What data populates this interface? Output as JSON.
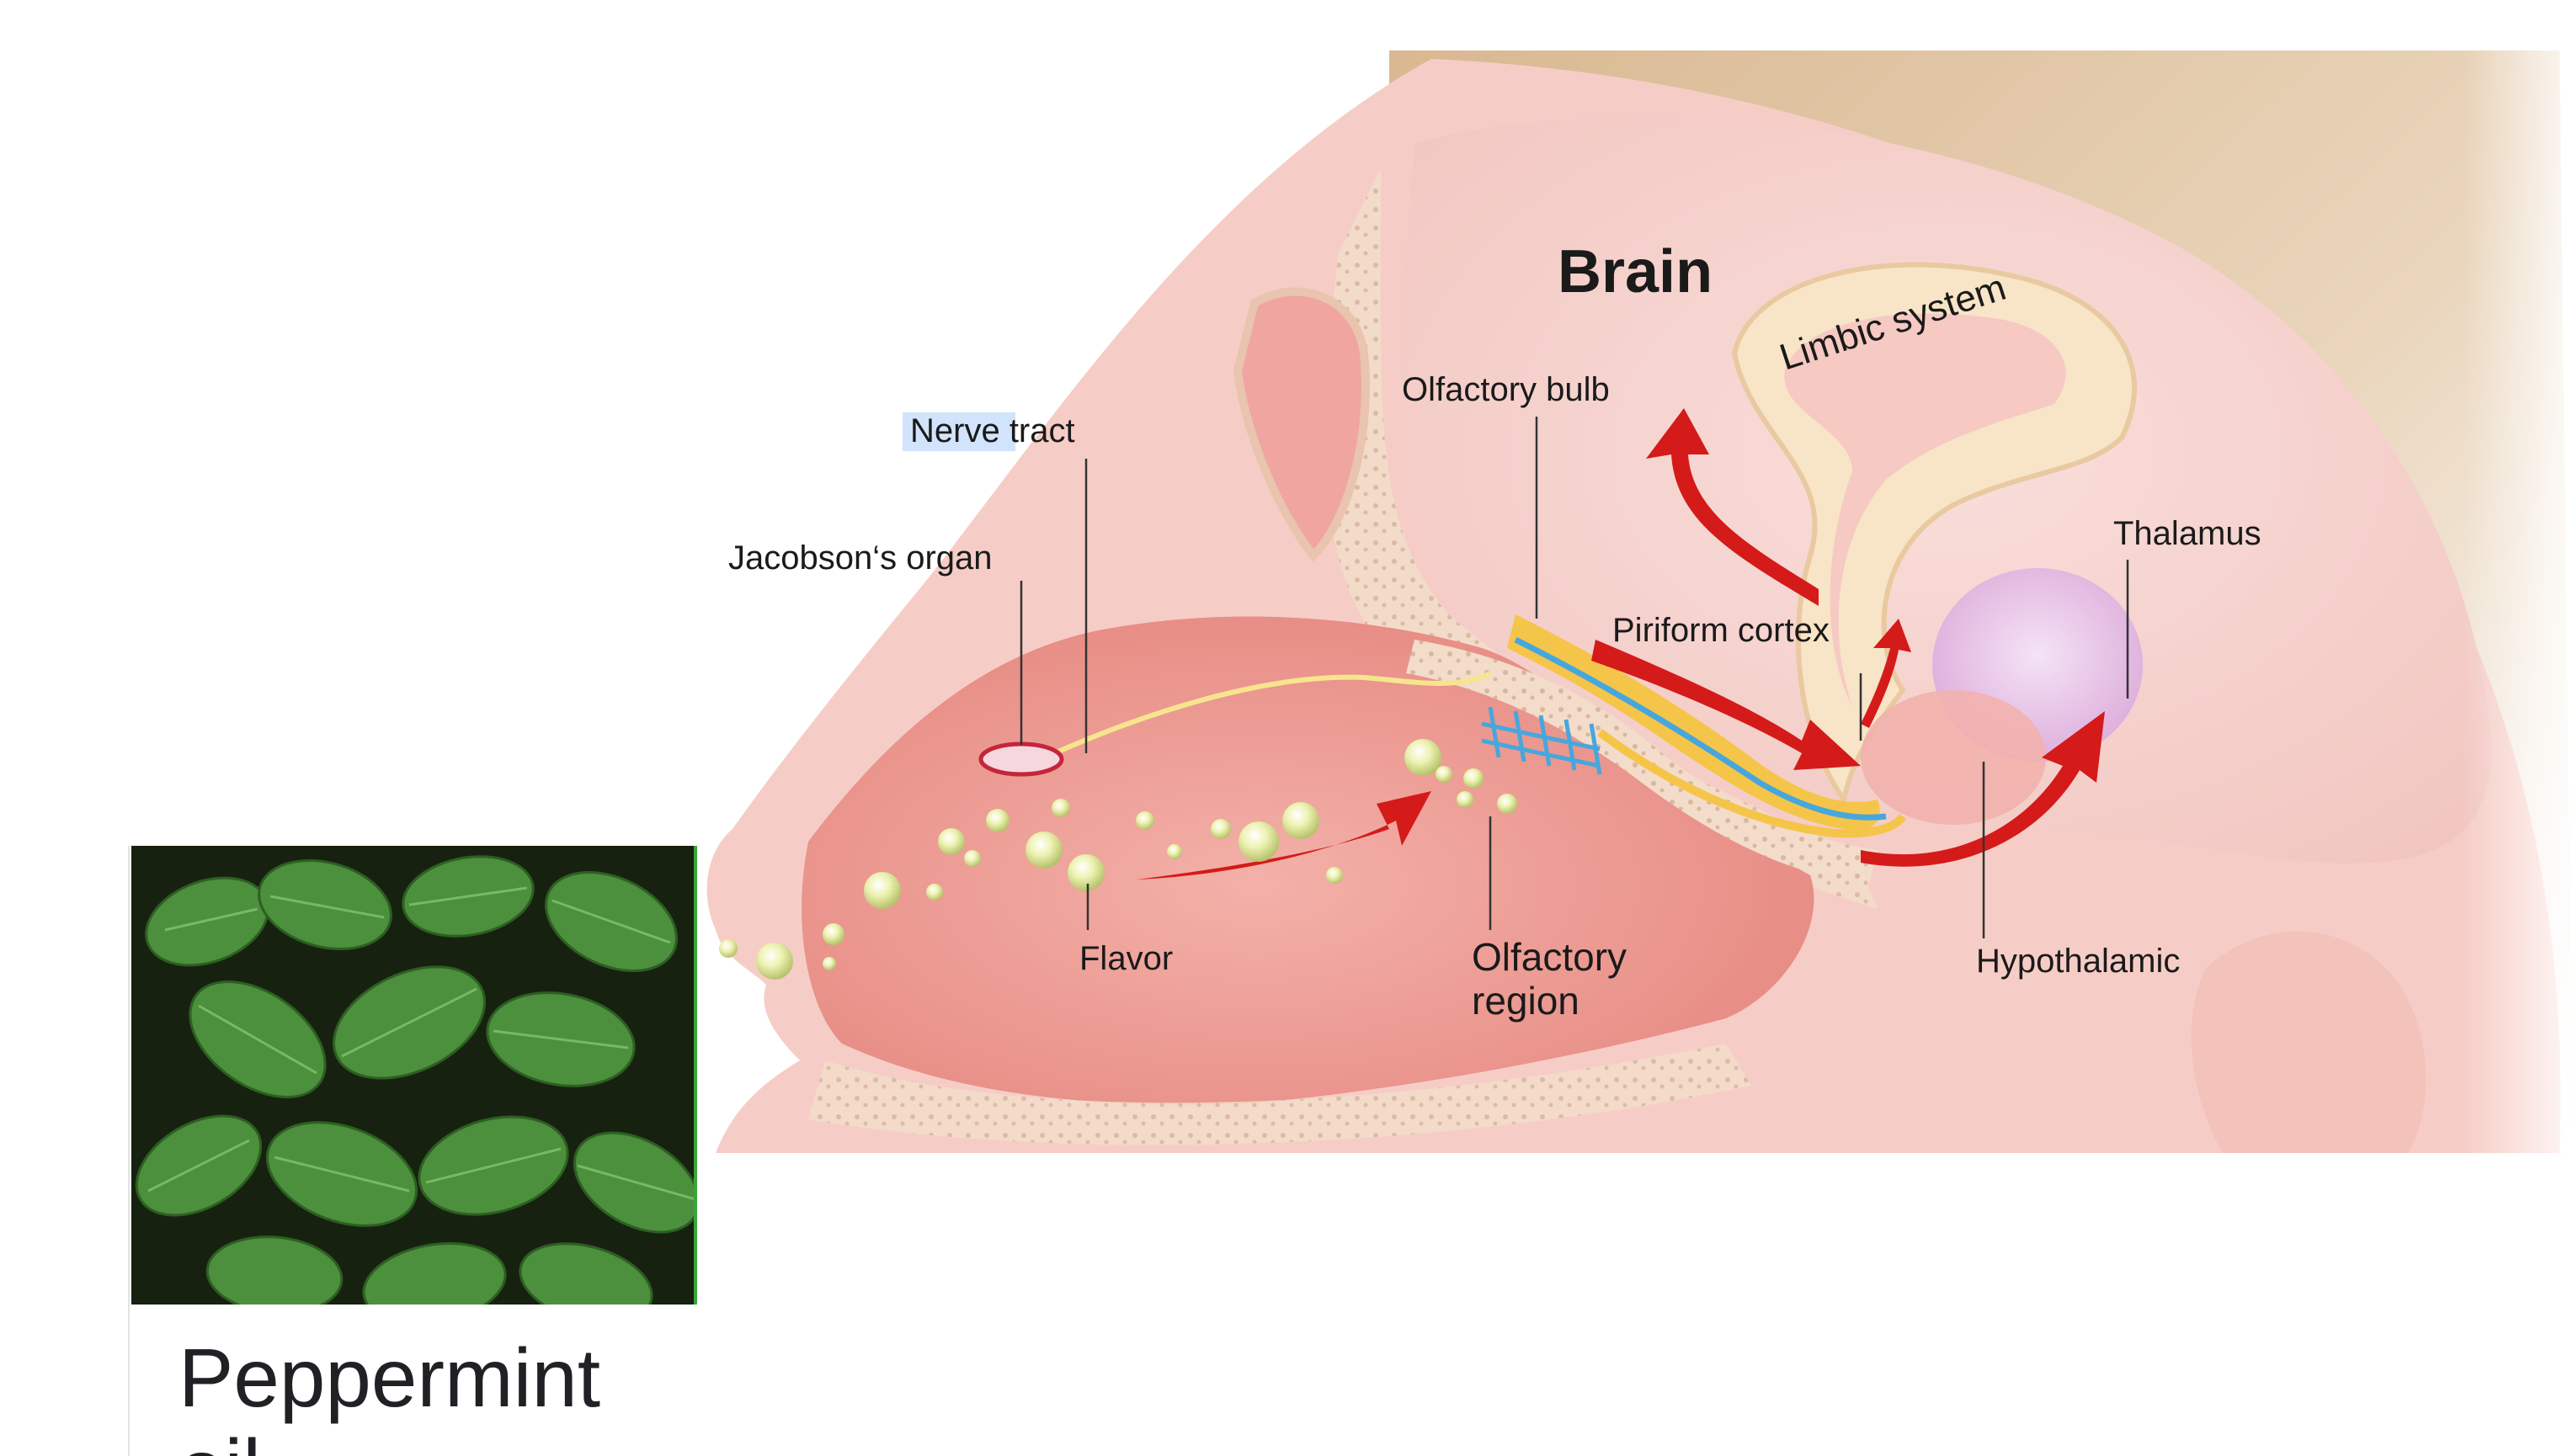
{
  "diagram": {
    "labels": {
      "brain": "Brain",
      "limbic_system": "Limbic system",
      "olfactory_bulb": "Olfactory bulb",
      "nerve_tract_highlight": "Nerve",
      "nerve_tract_rest": " tract",
      "jacobsons_organ": "Jacobson‘s organ",
      "thalamus": "Thalamus",
      "piriform_cortex": "Piriform cortex",
      "flavor": "Flavor",
      "olfactory_region_line1": "Olfactory",
      "olfactory_region_line2": "region",
      "hypothalamic": "Hypothalamic"
    },
    "colors": {
      "skin": "#f6cdc6",
      "nasal_cavity": "#ec9c95",
      "bone": "#f1d9c6",
      "arrow": "#d51a1a",
      "nerve_yellow": "#f5c54a",
      "nerve_blue": "#47a7dc",
      "highlight": "#d2e3fc",
      "odor_particle": "#e9f0a8"
    }
  },
  "result_card": {
    "title": "Peppermint",
    "subtitle": "oil"
  }
}
